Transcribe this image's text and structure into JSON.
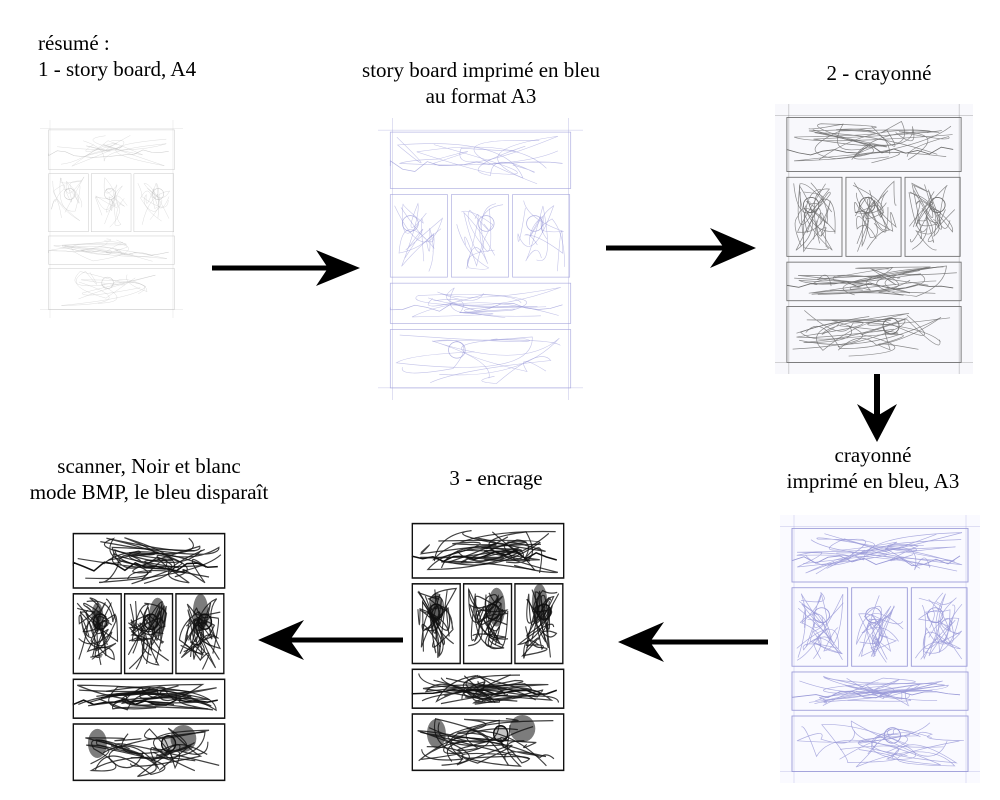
{
  "labels": {
    "summary": {
      "line1": "résumé :",
      "line2": "1 - story board, A4"
    },
    "blue_storyboard": {
      "line1": "story board imprimé en bleu",
      "line2": "au format A3"
    },
    "pencil": {
      "line1": "2 - crayonné"
    },
    "blue_pencil": {
      "line1": "crayonné",
      "line2": "imprimé en bleu, A3"
    },
    "inking": {
      "line1": "3 - encrage"
    },
    "scan": {
      "line1": "scanner, Noir et blanc",
      "line2": "mode BMP, le bleu disparaît"
    }
  },
  "colors": {
    "arrow": "#000000",
    "sketch_gray": "#b8b8b8",
    "sketch_blue": "#9a9ad8",
    "pencil_gray": "#6e6e6e",
    "ink": "#111111"
  }
}
